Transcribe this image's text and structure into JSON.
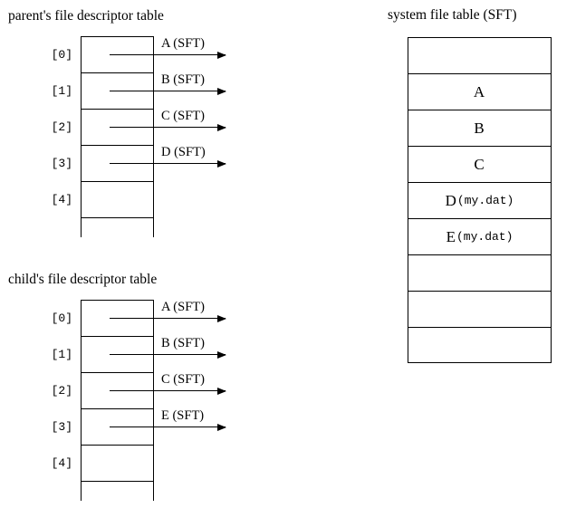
{
  "titles": {
    "parent": "parent's file descriptor table",
    "child": "child's file descriptor table",
    "sft": "system file table (SFT)"
  },
  "parent_table": {
    "name": "parent's file descriptor table",
    "indices": [
      "[0]",
      "[1]",
      "[2]",
      "[3]",
      "[4]"
    ],
    "pointers": [
      {
        "index": "[0]",
        "label": "A (SFT)"
      },
      {
        "index": "[1]",
        "label": "B (SFT)"
      },
      {
        "index": "[2]",
        "label": "C (SFT)"
      },
      {
        "index": "[3]",
        "label": "D (SFT)"
      }
    ]
  },
  "child_table": {
    "name": "child's file descriptor table",
    "indices": [
      "[0]",
      "[1]",
      "[2]",
      "[3]",
      "[4]"
    ],
    "pointers": [
      {
        "index": "[0]",
        "label": "A (SFT)"
      },
      {
        "index": "[1]",
        "label": "B (SFT)"
      },
      {
        "index": "[2]",
        "label": "C (SFT)"
      },
      {
        "index": "[3]",
        "label": "E (SFT)"
      }
    ]
  },
  "sft": {
    "name": "system file table (SFT)",
    "rows": [
      {
        "letter": "",
        "file": ""
      },
      {
        "letter": "A",
        "file": ""
      },
      {
        "letter": "B",
        "file": ""
      },
      {
        "letter": "C",
        "file": ""
      },
      {
        "letter": "D",
        "file": "(my.dat)"
      },
      {
        "letter": "E",
        "file": "(my.dat)"
      },
      {
        "letter": "",
        "file": ""
      },
      {
        "letter": "",
        "file": ""
      },
      {
        "letter": "",
        "file": ""
      }
    ]
  },
  "colors": {
    "background": "#ffffff",
    "ink": "#000000"
  }
}
